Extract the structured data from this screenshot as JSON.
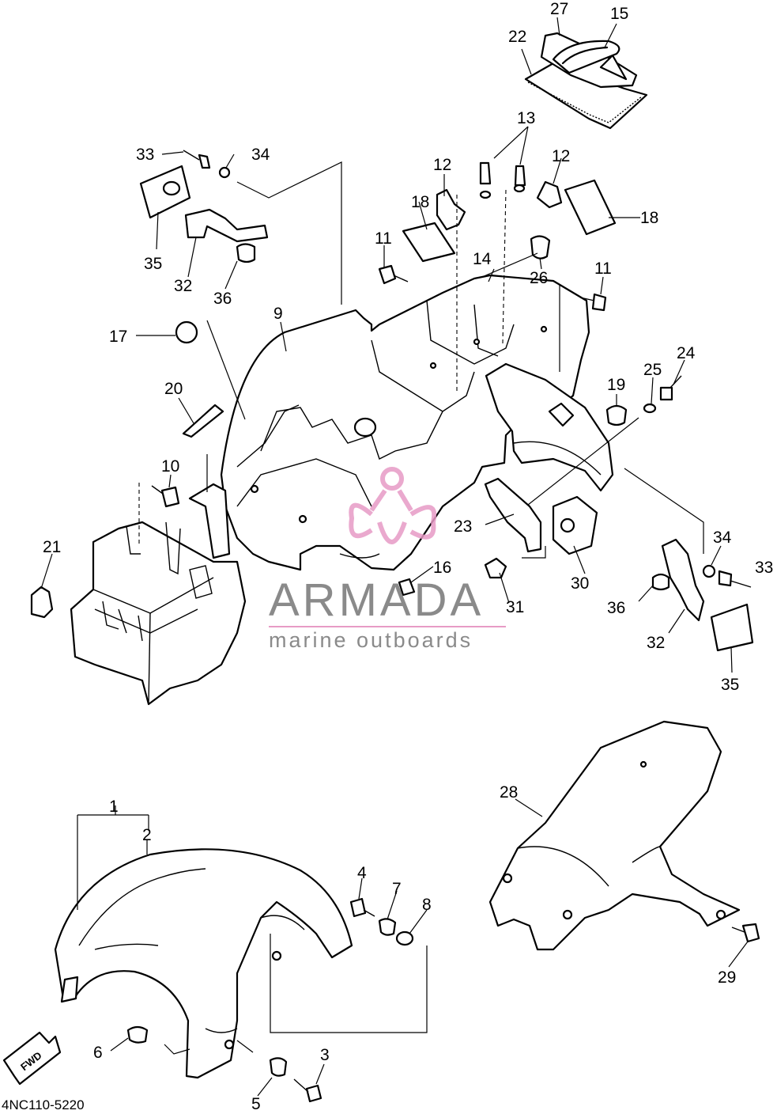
{
  "diagram": {
    "code": "4NC110-5220",
    "fwd_label": "FWD",
    "watermark": {
      "brand": "ARMADA",
      "tagline": "marine outboards",
      "brand_color": "#8a8a8a",
      "accent_color": "#e79bc6"
    },
    "callouts": [
      "27",
      "15",
      "22",
      "13",
      "12",
      "12",
      "18",
      "18",
      "33",
      "34",
      "35",
      "32",
      "36",
      "11",
      "14",
      "26",
      "11",
      "9",
      "17",
      "20",
      "10",
      "24",
      "25",
      "19",
      "21",
      "16",
      "23",
      "31",
      "30",
      "34",
      "33",
      "36",
      "32",
      "35",
      "1",
      "2",
      "28",
      "4",
      "7",
      "8",
      "6",
      "3",
      "5",
      "29"
    ]
  }
}
